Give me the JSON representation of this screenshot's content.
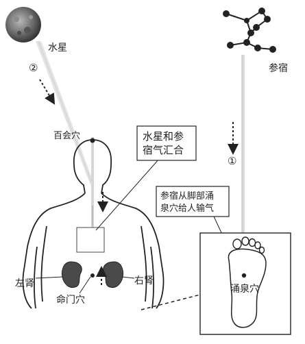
{
  "labels": {
    "mercury": "水星",
    "shen_xiu": "参宿",
    "step2": "②",
    "step1": "①",
    "baihui": "百会穴",
    "mingmen": "命门穴",
    "left_kidney": "左肾",
    "right_kidney": "右肾",
    "yongquan": "涌泉穴"
  },
  "callouts": {
    "merge_line1": "水星和参",
    "merge_line2": "宿气汇合",
    "feet_line1": "参宿从脚部涌",
    "feet_line2": "泉穴给人输气"
  },
  "colors": {
    "ink": "#222222",
    "kidney": "#4a4a4a",
    "beam": "#d8d8d8",
    "mercury": "#6e6e6e"
  }
}
